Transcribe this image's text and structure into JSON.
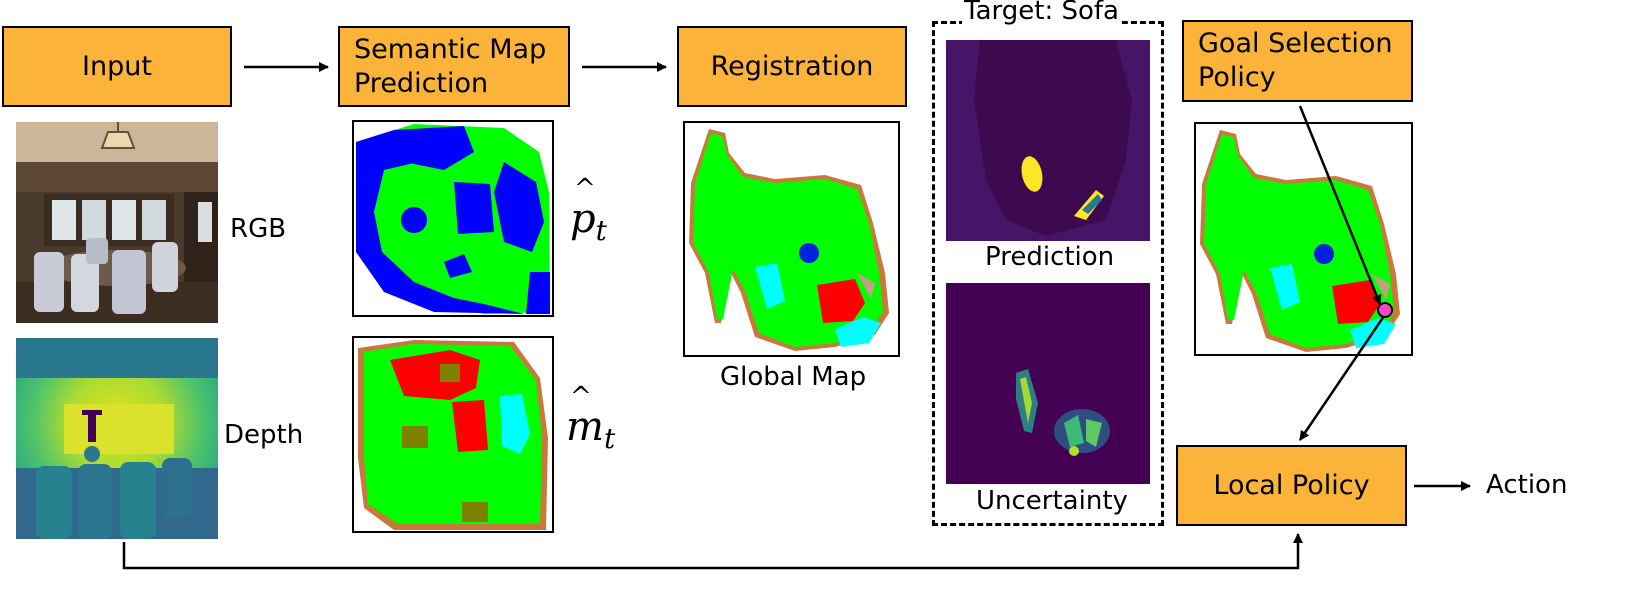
{
  "boxes": {
    "input": "Input",
    "semantic_line1": "Semantic Map",
    "semantic_line2": "Prediction",
    "registration": "Registration",
    "goal_line1": "Goal Selection",
    "goal_line2": "Policy",
    "local_policy": "Local Policy"
  },
  "labels": {
    "rgb": "RGB",
    "depth": "Depth",
    "p_hat_base": "p",
    "p_hat_sub": "t",
    "m_hat_base": "m",
    "m_hat_sub": "t",
    "global_map": "Global Map",
    "target": "Target: Sofa",
    "prediction": "Prediction",
    "uncertainty": "Uncertainty",
    "action": "Action"
  },
  "colors": {
    "box_fill": "#fbb33a",
    "free_space": "#00ff00",
    "obstacle_blue": "#0000ff",
    "red_object": "#ff0000",
    "cyan_object": "#00ffff",
    "olive_object": "#808000",
    "brown_edge": "#c87a3c",
    "agent": "#0022dd",
    "goal_marker": "#ff44cc",
    "viridis_dark": "#440154",
    "viridis_yellow": "#fde725"
  }
}
